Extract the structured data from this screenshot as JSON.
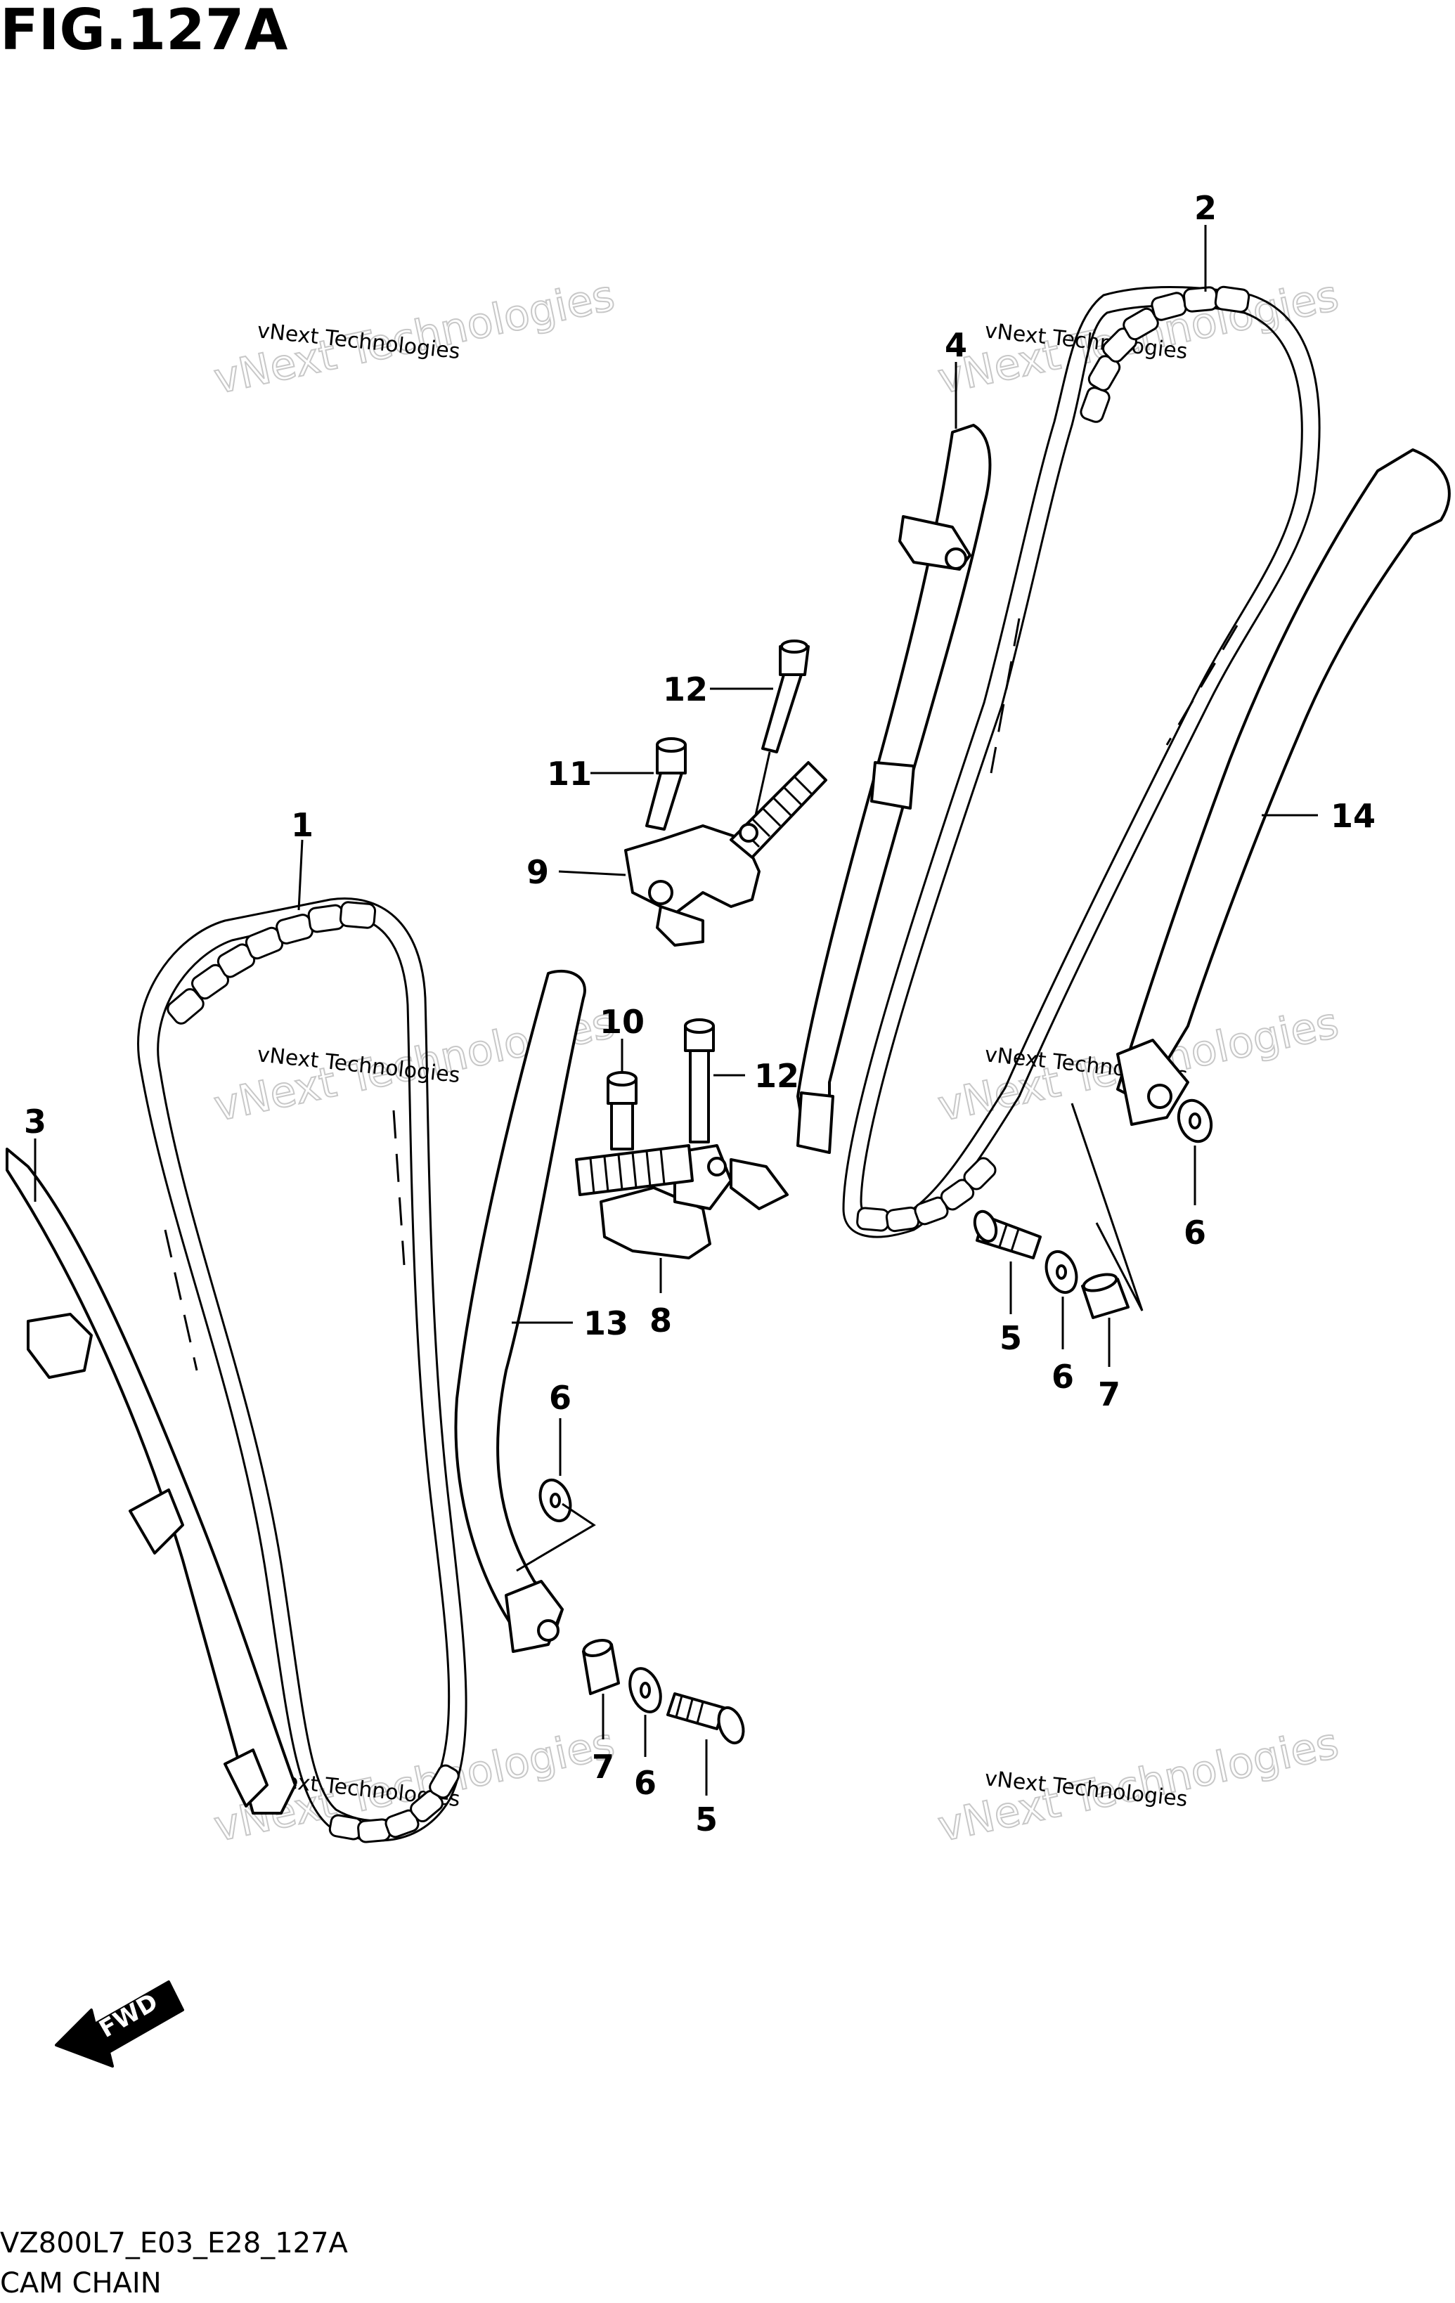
{
  "figure_title": "FIG.127A",
  "footer": {
    "code": "VZ800L7_E03_E28_127A",
    "name": "CAM CHAIN"
  },
  "watermark": {
    "line1": "vNext Technologies",
    "line2": "vNext Technologies"
  },
  "fwd_label": "FWD",
  "callouts": [
    "1",
    "2",
    "3",
    "4",
    "5",
    "5",
    "6",
    "6",
    "6",
    "7",
    "7",
    "8",
    "9",
    "10",
    "11",
    "12",
    "12",
    "13",
    "14"
  ]
}
